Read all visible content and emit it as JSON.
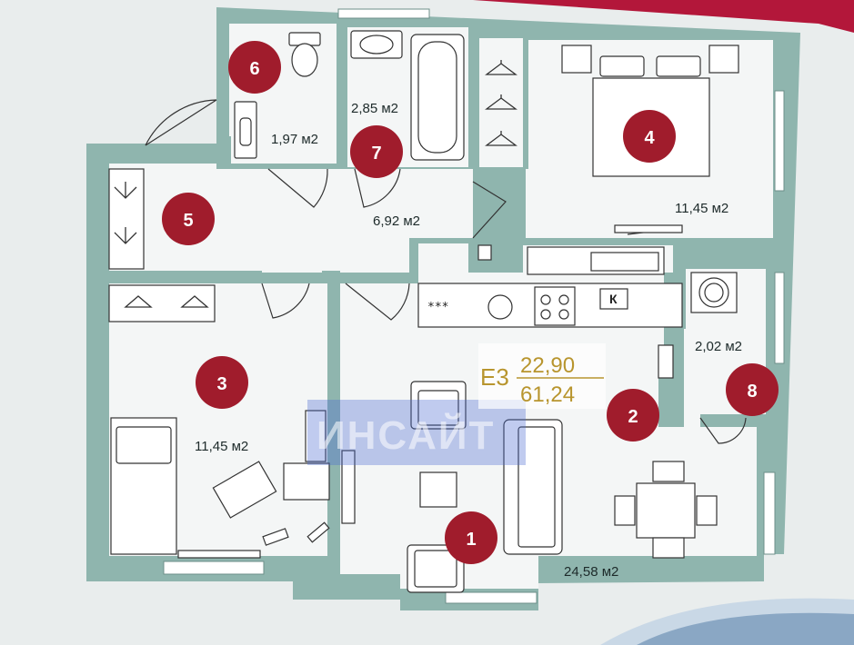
{
  "rooms": [
    {
      "id": "1",
      "area": "24,58 м2"
    },
    {
      "id": "2",
      "area": ""
    },
    {
      "id": "3",
      "area": "11,45 м2"
    },
    {
      "id": "4",
      "area": "11,45 м2"
    },
    {
      "id": "5",
      "area": "6,92 м2"
    },
    {
      "id": "6",
      "area": "1,97 м2"
    },
    {
      "id": "7",
      "area": "2,85 м2"
    },
    {
      "id": "8",
      "area": "2,02 м2"
    }
  ],
  "apartment": {
    "code": "Е3",
    "living_area": "22,90",
    "total_area": "61,24"
  },
  "kitchen_symbol": "К",
  "stove_symbol": "***",
  "watermark": "ИНСАЙТ",
  "colors": {
    "wall": "#8fb5ae",
    "badge": "#a01c2c",
    "accent": "#b8952e",
    "floor": "#f4f6f6",
    "banner": "#b3173a"
  }
}
